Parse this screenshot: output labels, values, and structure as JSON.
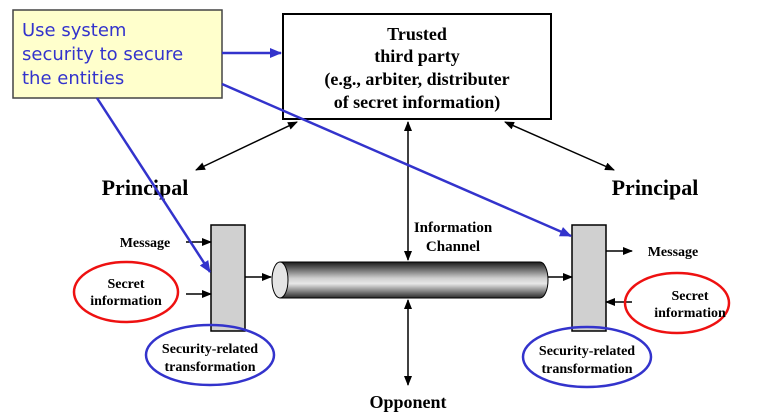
{
  "callout": {
    "lines": [
      "Use system",
      "security to secure",
      "the entities"
    ],
    "fill_color": "#ffffcc",
    "text_color": "#3333cc",
    "arrow_color": "#3333cc"
  },
  "trusted_party": {
    "lines": [
      "Trusted",
      "third party",
      "(e.g., arbiter, distributer",
      "of secret information)"
    ]
  },
  "left_principal": {
    "label": "Principal",
    "message": "Message",
    "secret": [
      "Secret",
      "information"
    ],
    "transformation": [
      "Security-related",
      "transformation"
    ]
  },
  "right_principal": {
    "label": "Principal",
    "message": "Message",
    "secret": [
      "Secret",
      "information"
    ],
    "transformation": [
      "Security-related",
      "transformation"
    ]
  },
  "channel": {
    "label": [
      "Information",
      "Channel"
    ]
  },
  "opponent": {
    "label": "Opponent"
  },
  "colors": {
    "secret_ellipse": "#ee1111",
    "transformation_ellipse": "#3333cc",
    "transform_box": "#d0d0d0"
  }
}
